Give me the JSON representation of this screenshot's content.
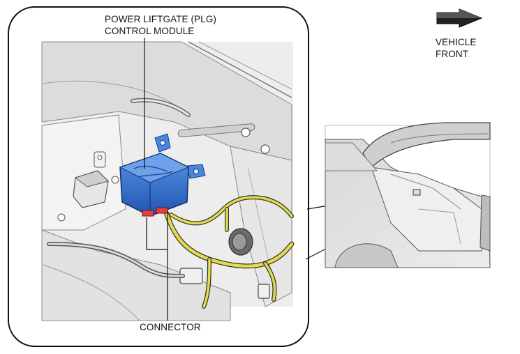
{
  "callouts": {
    "module_line1": "POWER LIFTGATE (PLG)",
    "module_line2": "CONTROL MODULE",
    "connector": "CONNECTOR"
  },
  "orientation": {
    "line1": "VEHICLE",
    "line2": "FRONT",
    "arrow_icon": "vehicle-front-arrow-icon"
  },
  "colors": {
    "module": "#2f6fd0",
    "harness": "#e2dc4a",
    "connector": "#e04040",
    "outline": "#111111"
  }
}
